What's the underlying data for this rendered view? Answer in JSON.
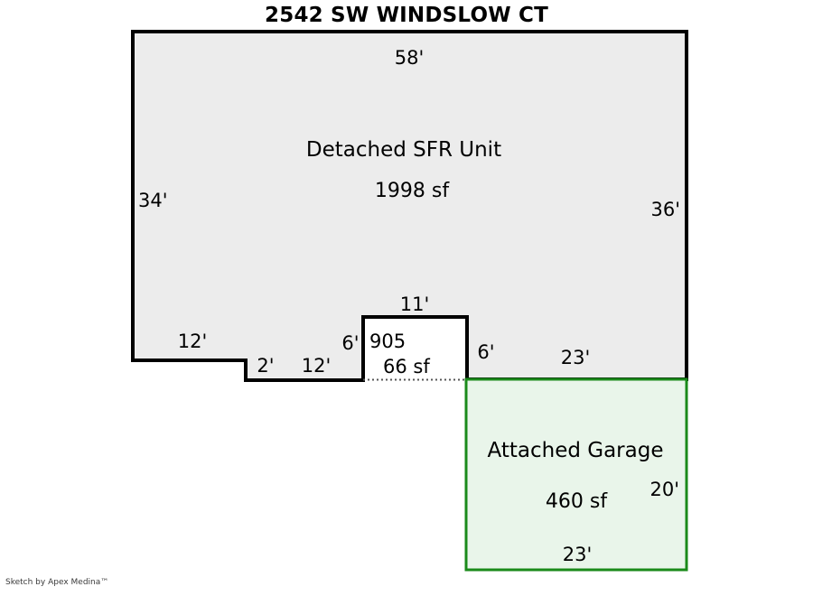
{
  "title": "2542 SW WINDSLOW CT",
  "credit": "Sketch by Apex Medina™",
  "colors": {
    "house_fill": "#ececec",
    "house_stroke": "#000000",
    "garage_fill": "#e9f5ea",
    "garage_stroke": "#1a8a1a",
    "text": "#000000",
    "background": "#ffffff"
  },
  "areas": {
    "main": {
      "name": "Detached SFR Unit",
      "size": "1998 sf"
    },
    "bump": {
      "name": "905",
      "size": "66 sf"
    },
    "garage": {
      "name": "Attached Garage",
      "size": "460 sf"
    }
  },
  "dimensions": {
    "top": "58'",
    "left": "34'",
    "right": "36'",
    "bottom_left": "12'",
    "step_vertical": "2'",
    "bottom_mid": "12'",
    "bump_left": "6'",
    "bump_top": "11'",
    "bump_right": "6'",
    "bottom_right": "23'",
    "garage_right": "20'",
    "garage_bottom": "23'"
  }
}
